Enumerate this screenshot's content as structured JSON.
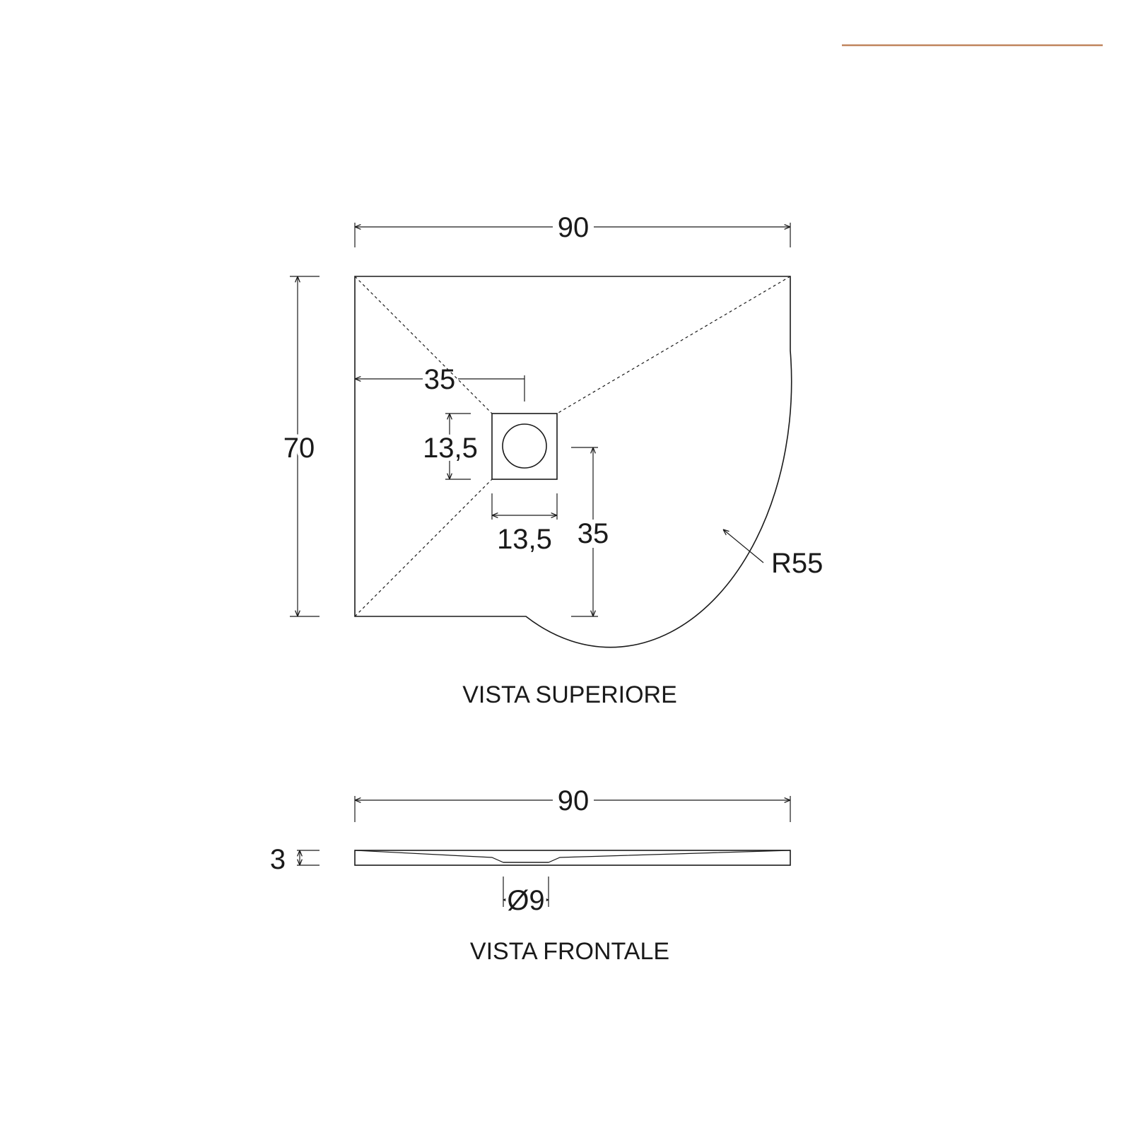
{
  "accent_color": "#c0845c",
  "top_view": {
    "title": "VISTA SUPERIORE",
    "width_label": "90",
    "depth_label": "70",
    "drain_offset_x_label": "35",
    "drain_offset_y_label": "35",
    "drain_height_label": "13,5",
    "drain_width_label": "13,5",
    "radius_label": "R55"
  },
  "front_view": {
    "title": "VISTA FRONTALE",
    "width_label": "90",
    "thickness_label": "3",
    "drain_diameter_label": "Ø9"
  }
}
